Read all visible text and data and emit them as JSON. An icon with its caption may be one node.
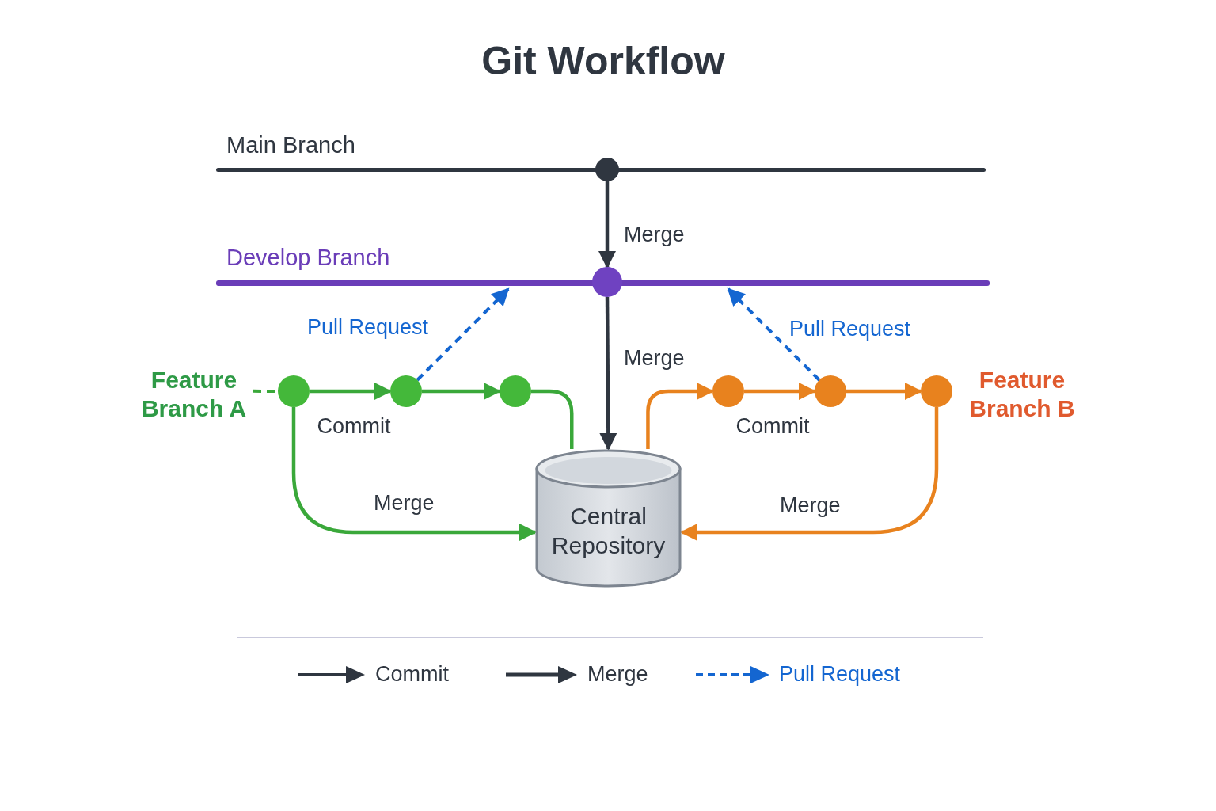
{
  "diagram": {
    "title": "Git Workflow",
    "nodes": [
      {
        "text": [
          "Main Branch"
        ]
      },
      {
        "text": [],
        "shape": "circle"
      },
      {
        "text": [
          "Develop Branch"
        ]
      },
      {
        "text": [],
        "shape": "circle"
      },
      {
        "text": [
          "Feature Branch A"
        ]
      },
      {
        "text": [],
        "shape": "circle"
      },
      {
        "text": [],
        "shape": "circle"
      },
      {
        "text": [],
        "shape": "circle"
      },
      {
        "text": [],
        "shape": "circle"
      },
      {
        "text": [],
        "shape": "circle"
      },
      {
        "text": [],
        "shape": "circle"
      },
      {
        "text": [
          "Central Repository"
        ]
      }
    ],
    "edges": [
      {
        "from": 1,
        "to": 3,
        "arrow": "to",
        "color": "#2f3640",
        "label": "Merge"
      },
      {
        "from": 3,
        "to": 11,
        "arrow": "to",
        "color": "#2f3640",
        "label": "Merge"
      },
      {
        "from": 4,
        "to": 5,
        "arrow": "none",
        "style": "dashed",
        "color": "#3aa83a"
      },
      {
        "from": 5,
        "to": 6,
        "arrow": "to",
        "color": "#3aa83a"
      },
      {
        "from": 6,
        "to": 7,
        "arrow": "to",
        "color": "#3aa83a"
      },
      {
        "from": 6,
        "to": 2,
        "arrow": "to",
        "style": "dashed",
        "color": "#1466d1",
        "label": "Pull Request"
      },
      {
        "from": 7,
        "to": 11,
        "arrow": "none",
        "color": "#3aa83a"
      },
      {
        "from": 5,
        "to": 11,
        "arrow": "to",
        "color": "#3aa83a",
        "label": "Merge"
      },
      {
        "from": 11,
        "to": 8,
        "arrow": "to",
        "color": "#e8821e"
      },
      {
        "from": 8,
        "to": 9,
        "arrow": "to",
        "color": "#e8821e"
      },
      {
        "from": 9,
        "to": 10,
        "arrow": "to",
        "color": "#e8821e"
      },
      {
        "from": 9,
        "to": 2,
        "arrow": "to",
        "style": "dashed",
        "color": "#1466d1",
        "label": "Pull Request"
      },
      {
        "from": 10,
        "to": 11,
        "arrow": "to",
        "color": "#e8821e",
        "label": "Merge"
      }
    ],
    "labels": [
      "Commit",
      "Commit",
      "Feature Branch B"
    ],
    "legend": [
      {
        "text": "Commit"
      },
      {
        "text": "Merge"
      },
      {
        "text": "Pull Request"
      }
    ]
  }
}
